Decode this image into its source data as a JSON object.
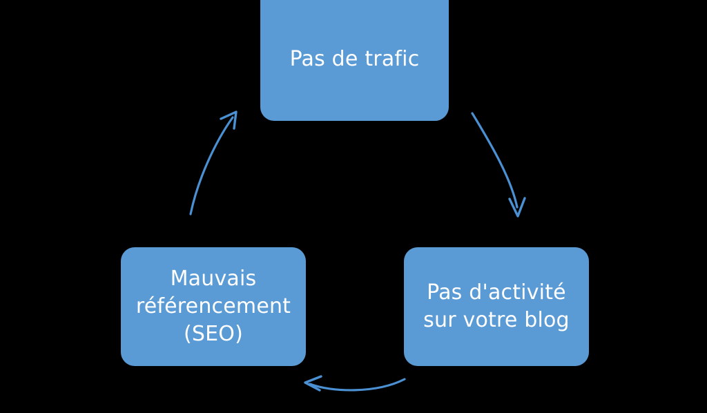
{
  "diagram": {
    "type": "cycle",
    "title": "",
    "background_color": "#000000",
    "node_fill_color": "#5B9BD5",
    "node_text_color": "#FFFFFF",
    "arrow_color": "#4A90D2",
    "nodes": [
      {
        "id": "top",
        "label": "Pas de trafic",
        "position": "top"
      },
      {
        "id": "right",
        "label": "Pas d'activité\nsur votre blog",
        "position": "bottom-right"
      },
      {
        "id": "left",
        "label": "Mauvais\nréférencement\n(SEO)",
        "position": "bottom-left"
      }
    ],
    "arrows": [
      {
        "id": "top-to-right",
        "from": "top",
        "to": "right",
        "direction": "clockwise-down-right",
        "label": ""
      },
      {
        "id": "right-to-left",
        "from": "right",
        "to": "left",
        "direction": "leftward-along-bottom",
        "label": ""
      },
      {
        "id": "left-to-top",
        "from": "left",
        "to": "top",
        "direction": "upward-right",
        "label": ""
      }
    ]
  }
}
